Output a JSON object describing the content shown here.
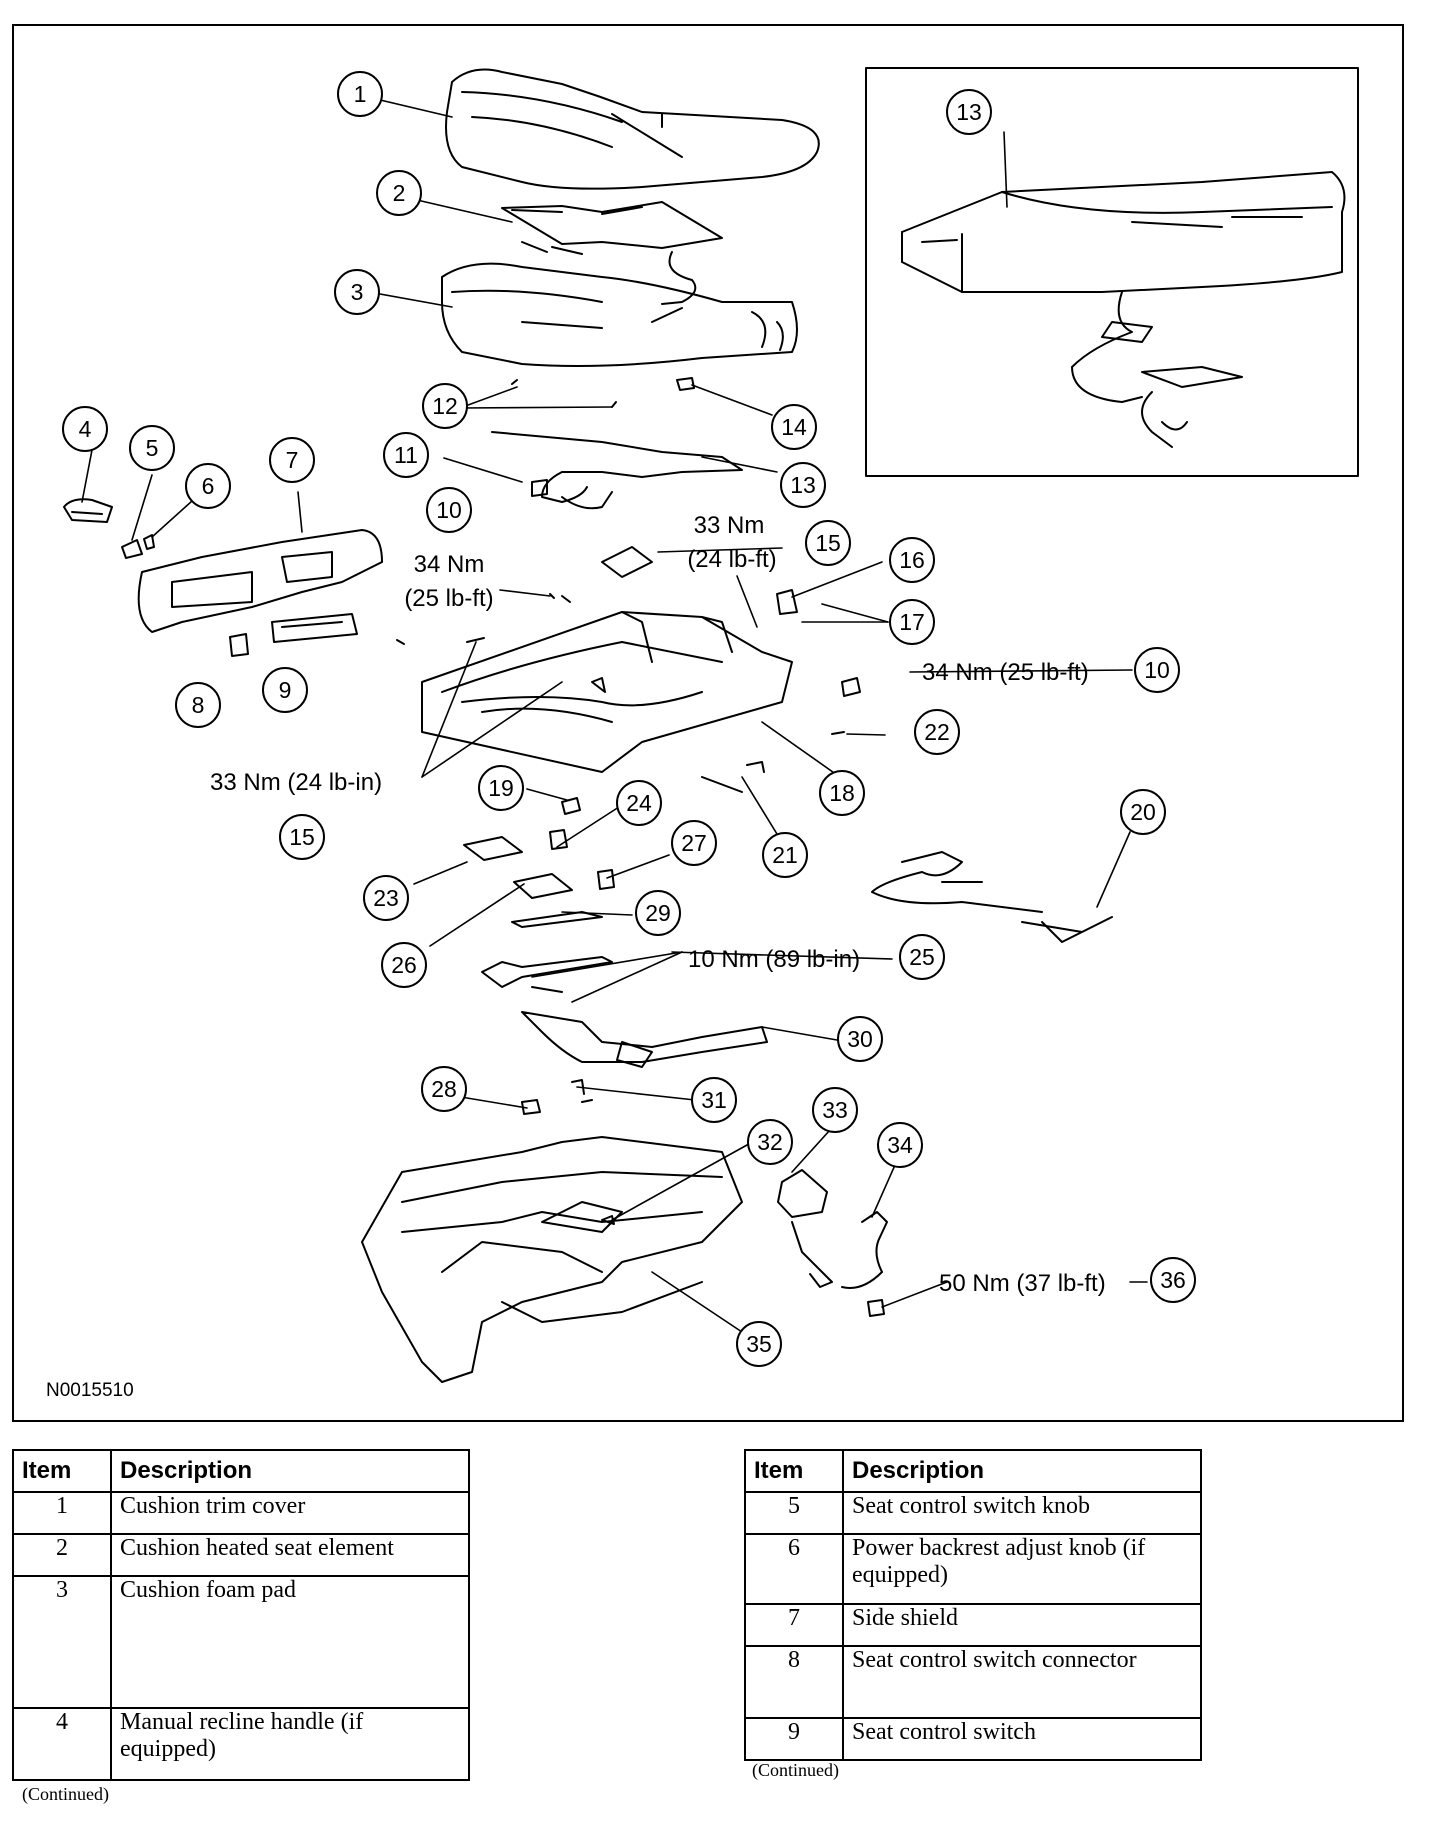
{
  "figure": {
    "code": "N0015510",
    "callouts": [
      "1",
      "2",
      "3",
      "4",
      "5",
      "6",
      "7",
      "8",
      "9",
      "10",
      "11",
      "12",
      "13",
      "14",
      "15",
      "16",
      "17",
      "18",
      "19",
      "20",
      "21",
      "22",
      "23",
      "24",
      "25",
      "26",
      "27",
      "28",
      "29",
      "30",
      "31",
      "32",
      "33",
      "34",
      "35",
      "36"
    ],
    "torque_labels": {
      "t10a_line1": "34 Nm",
      "t10a_line2": "(25 lb-ft)",
      "t15a_line1": "33 Nm",
      "t15a_line2": "(24 lb-ft)",
      "t10b": "34 Nm (25 lb-ft)",
      "t15b": "33 Nm (24 lb-in)",
      "t25": "10 Nm (89 lb-in)",
      "t36": "50 Nm (37 lb-ft)"
    }
  },
  "tables": {
    "left": {
      "headers": [
        "Item",
        "Description"
      ],
      "rows": [
        {
          "item": "1",
          "description": "Cushion trim cover"
        },
        {
          "item": "2",
          "description": "Cushion heated seat element"
        },
        {
          "item": "3",
          "description": "Cushion foam pad"
        },
        {
          "item": "4",
          "description": "Manual recline handle (if equipped)"
        }
      ],
      "continued": "(Continued)"
    },
    "right": {
      "headers": [
        "Item",
        "Description"
      ],
      "rows": [
        {
          "item": "5",
          "description": "Seat control switch knob"
        },
        {
          "item": "6",
          "description": "Power backrest adjust knob (if equipped)"
        },
        {
          "item": "7",
          "description": "Side shield"
        },
        {
          "item": "8",
          "description": "Seat control switch connector"
        },
        {
          "item": "9",
          "description": "Seat control switch"
        }
      ],
      "continued": "(Continued)"
    }
  }
}
